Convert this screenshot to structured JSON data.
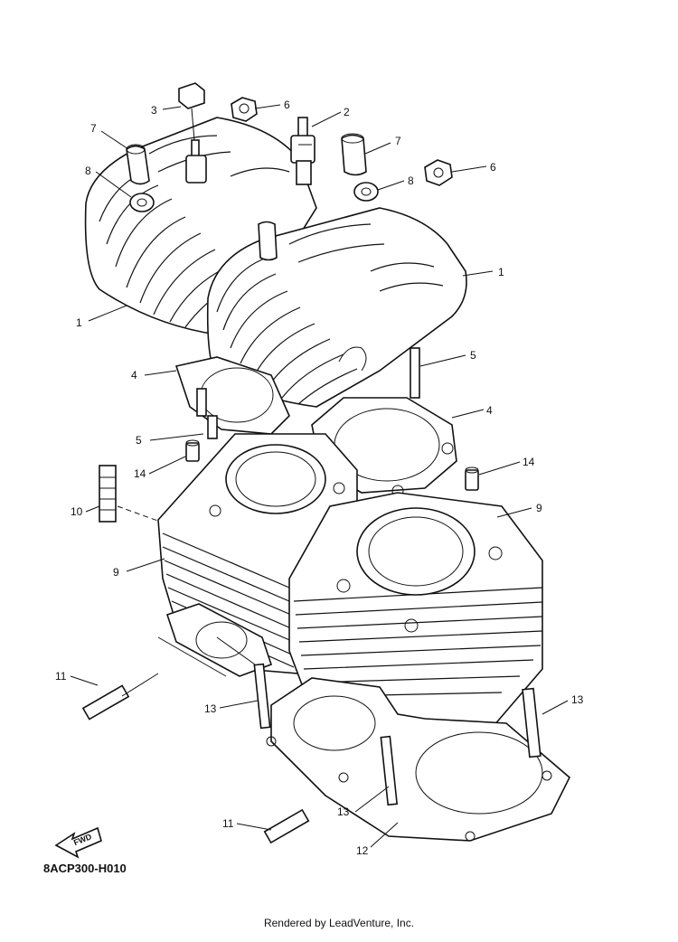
{
  "diagram": {
    "callouts": [
      {
        "id": "c1",
        "text": "1"
      },
      {
        "id": "c2",
        "text": "1"
      },
      {
        "id": "c3",
        "text": "2"
      },
      {
        "id": "c4",
        "text": "3"
      },
      {
        "id": "c5",
        "text": "4"
      },
      {
        "id": "c6",
        "text": "4"
      },
      {
        "id": "c7",
        "text": "5"
      },
      {
        "id": "c8",
        "text": "5"
      },
      {
        "id": "c9",
        "text": "6"
      },
      {
        "id": "c10",
        "text": "6"
      },
      {
        "id": "c11",
        "text": "7"
      },
      {
        "id": "c12",
        "text": "7"
      },
      {
        "id": "c13",
        "text": "8"
      },
      {
        "id": "c14",
        "text": "8"
      },
      {
        "id": "c15",
        "text": "9"
      },
      {
        "id": "c16",
        "text": "9"
      },
      {
        "id": "c17",
        "text": "10"
      },
      {
        "id": "c18",
        "text": "11"
      },
      {
        "id": "c19",
        "text": "11"
      },
      {
        "id": "c20",
        "text": "12"
      },
      {
        "id": "c21",
        "text": "13"
      },
      {
        "id": "c22",
        "text": "13"
      },
      {
        "id": "c23",
        "text": "13"
      },
      {
        "id": "c24",
        "text": "14"
      },
      {
        "id": "c25",
        "text": "14"
      }
    ],
    "fwd_label": "FWD",
    "diagram_code": "8ACP300-H010",
    "credit": "Rendered by LeadVenture, Inc."
  }
}
